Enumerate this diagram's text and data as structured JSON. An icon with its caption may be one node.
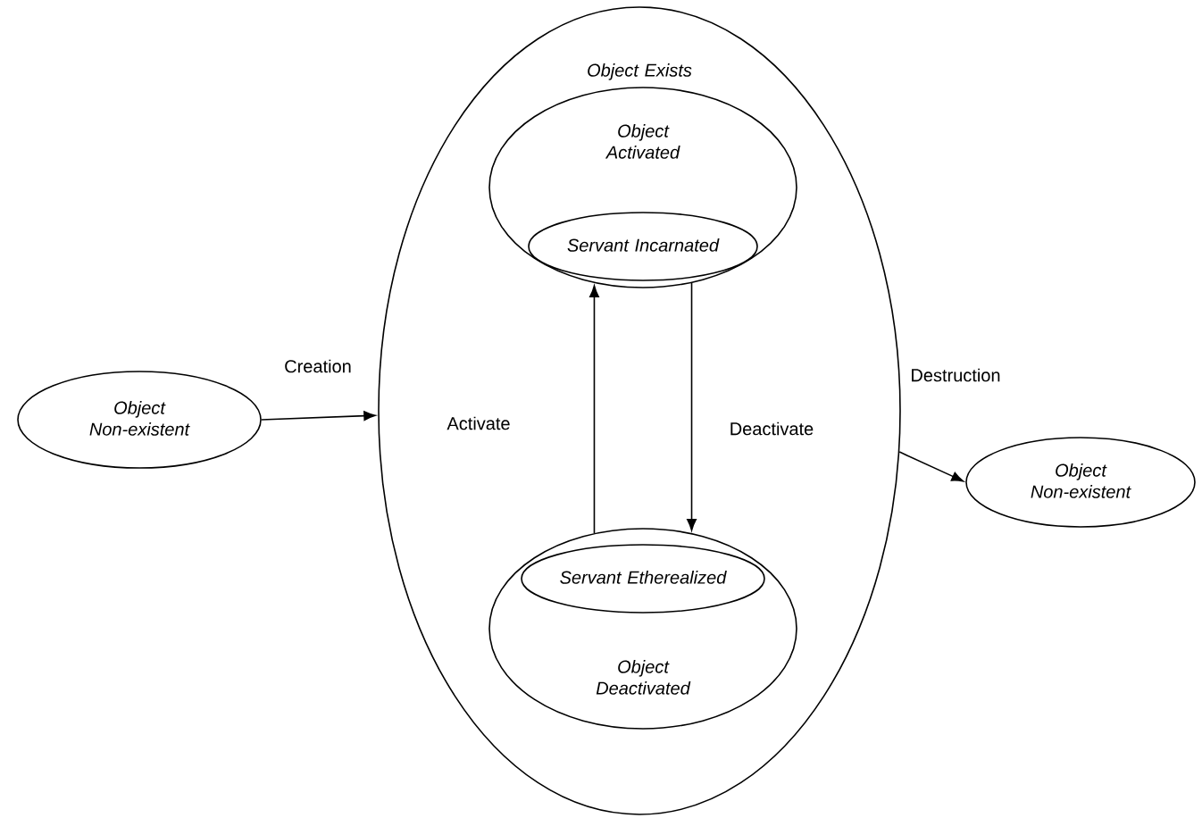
{
  "diagram": {
    "nodes": [
      {
        "text": [
          "Object Exists"
        ]
      },
      {
        "text": [
          "Object Non-existent"
        ]
      },
      {
        "text": [
          "Object Activated"
        ],
        "in": 0
      },
      {
        "text": [
          "Servant Incarnated"
        ],
        "in": 2
      },
      {
        "text": [
          "Object Deactivated"
        ],
        "in": 0
      },
      {
        "text": [
          "Servant Etherealized"
        ],
        "in": 4
      },
      {
        "text": [
          "Object Non-existent"
        ]
      }
    ],
    "edges": [
      {
        "from": 1,
        "to": 0,
        "arrow": "to",
        "label": "Creation"
      },
      {
        "from": 4,
        "to": 2,
        "arrow": "to",
        "label": "Activate"
      },
      {
        "from": 2,
        "to": 4,
        "arrow": "to",
        "label": "Deactivate"
      },
      {
        "from": 0,
        "to": 6,
        "arrow": "to",
        "label": "Destruction"
      }
    ]
  }
}
